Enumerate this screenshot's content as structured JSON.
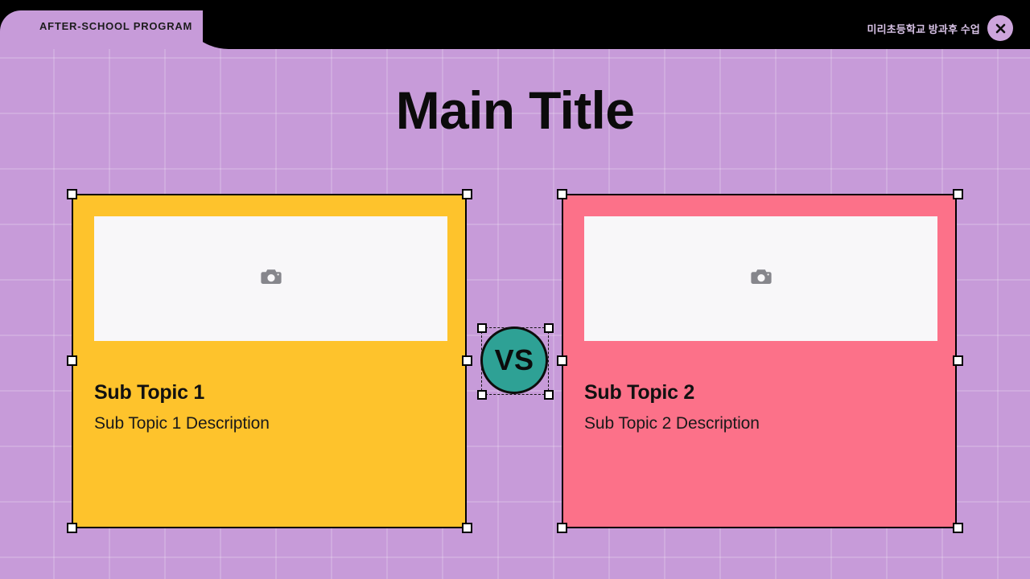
{
  "header": {
    "tab_label": "AFTER-SCHOOL PROGRAM",
    "document_title": "미리초등학교 방과후 수업",
    "close_label": "✕",
    "bar_color": "#000000",
    "tab_color": "#c79bd9",
    "close_button_color": "#cda5dc",
    "doc_title_color": "#d8c2e6"
  },
  "slide": {
    "title": "Main Title",
    "background_color": "#c79bd9",
    "title_color": "#0b0b0b"
  },
  "cards": [
    {
      "heading": "Sub Topic 1",
      "description": "Sub Topic 1 Description",
      "background_color": "#fec32c",
      "border_color": "#000000",
      "image_placeholder": {
        "icon": "camera-icon",
        "background_color": "#f8f7f9",
        "icon_color": "#7d7d83"
      },
      "selected": true
    },
    {
      "heading": "Sub Topic 2",
      "description": "Sub Topic 2 Description",
      "background_color": "#fc7189",
      "border_color": "#000000",
      "image_placeholder": {
        "icon": "camera-icon",
        "background_color": "#f8f7f9",
        "icon_color": "#7d7d83"
      },
      "selected": true
    }
  ],
  "vs_badge": {
    "label": "VS",
    "fill_color": "#2ea195",
    "border_color": "#0d0d0d",
    "text_color": "#0b0b0b",
    "selected": true
  },
  "editor": {
    "handle_fill": "#ffffff",
    "handle_border": "#000000",
    "selection_outline": "dashed"
  }
}
